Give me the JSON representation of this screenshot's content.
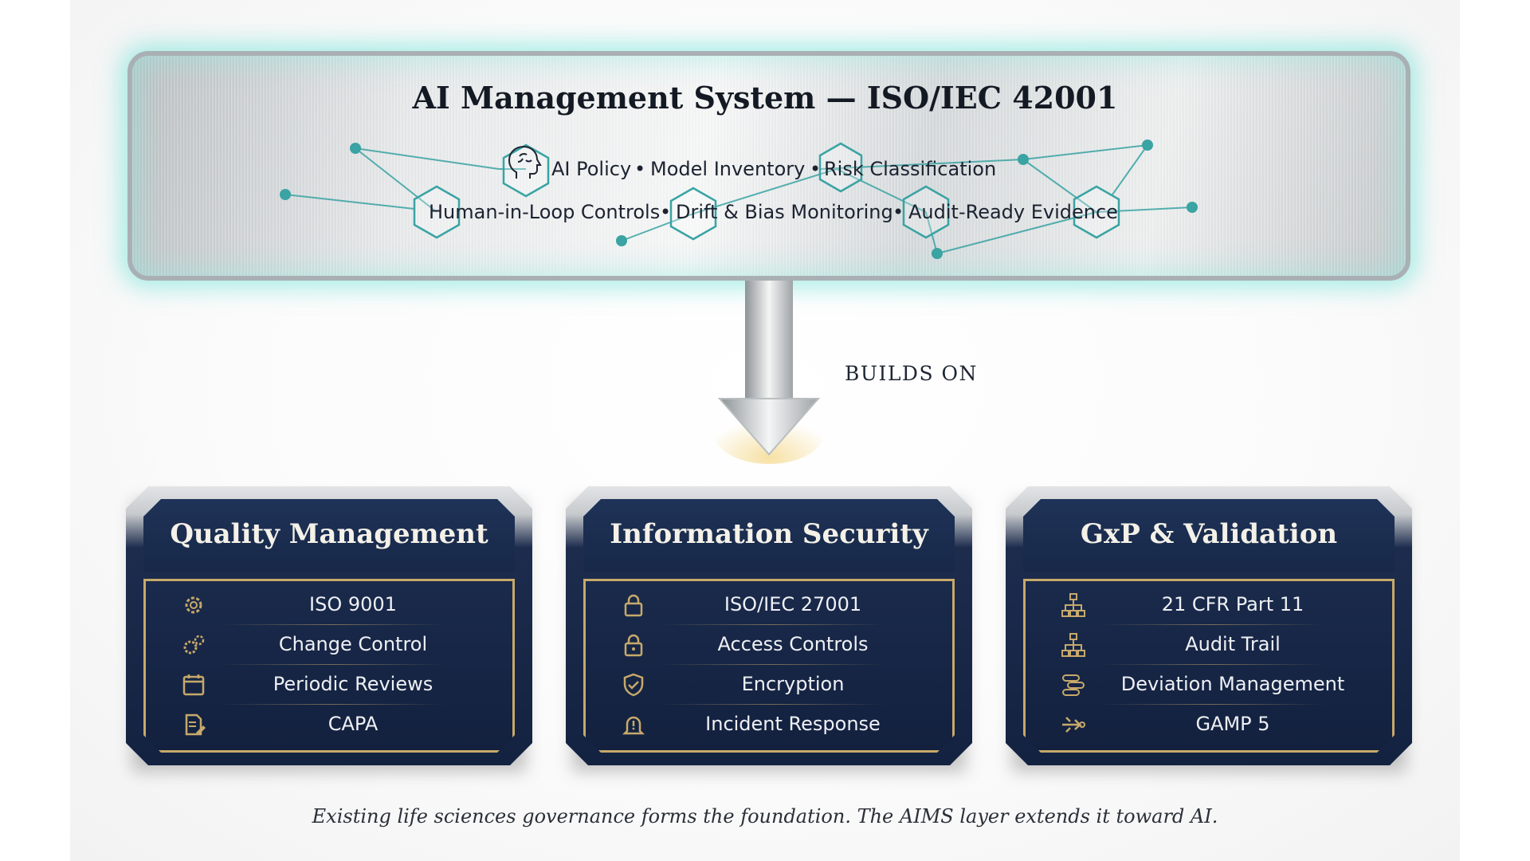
{
  "aims": {
    "title": "AI Management System — ISO/IEC 42001",
    "features": [
      "AI Policy",
      "Model Inventory",
      "Risk Classification",
      "Human-in-Loop Controls",
      "Drift & Bias Monitoring",
      "Audit-Ready Evidence"
    ],
    "separator": "•",
    "icon": "brain-head-icon"
  },
  "connector": {
    "label": "BUILDS ON"
  },
  "foundations": [
    {
      "title": "Quality Management",
      "items": [
        {
          "label": "ISO 9001",
          "icon": "gear-icon"
        },
        {
          "label": "Change Control",
          "icon": "gears-icon"
        },
        {
          "label": "Periodic Reviews",
          "icon": "calendar-icon"
        },
        {
          "label": "CAPA",
          "icon": "document-edit-icon"
        }
      ]
    },
    {
      "title": "Information Security",
      "items": [
        {
          "label": "ISO/IEC 27001",
          "icon": "padlock-icon"
        },
        {
          "label": "Access Controls",
          "icon": "padlock-icon"
        },
        {
          "label": "Encryption",
          "icon": "shield-check-icon"
        },
        {
          "label": "Incident Response",
          "icon": "alert-bell-icon"
        }
      ]
    },
    {
      "title": "GxP & Validation",
      "items": [
        {
          "label": "21 CFR Part 11",
          "icon": "hierarchy-icon"
        },
        {
          "label": "Audit Trail",
          "icon": "hierarchy-icon"
        },
        {
          "label": "Deviation Management",
          "icon": "flow-steps-icon"
        },
        {
          "label": "GAMP 5",
          "icon": "process-arrow-icon"
        }
      ]
    }
  ],
  "caption": "Existing life sciences governance forms the foundation. The AIMS layer extends it toward AI.",
  "colors": {
    "card_navy": "#172848",
    "gold_border": "#c7a96a",
    "teal_glow": "#6ee1d7",
    "network_teal": "#3aa3a3"
  }
}
